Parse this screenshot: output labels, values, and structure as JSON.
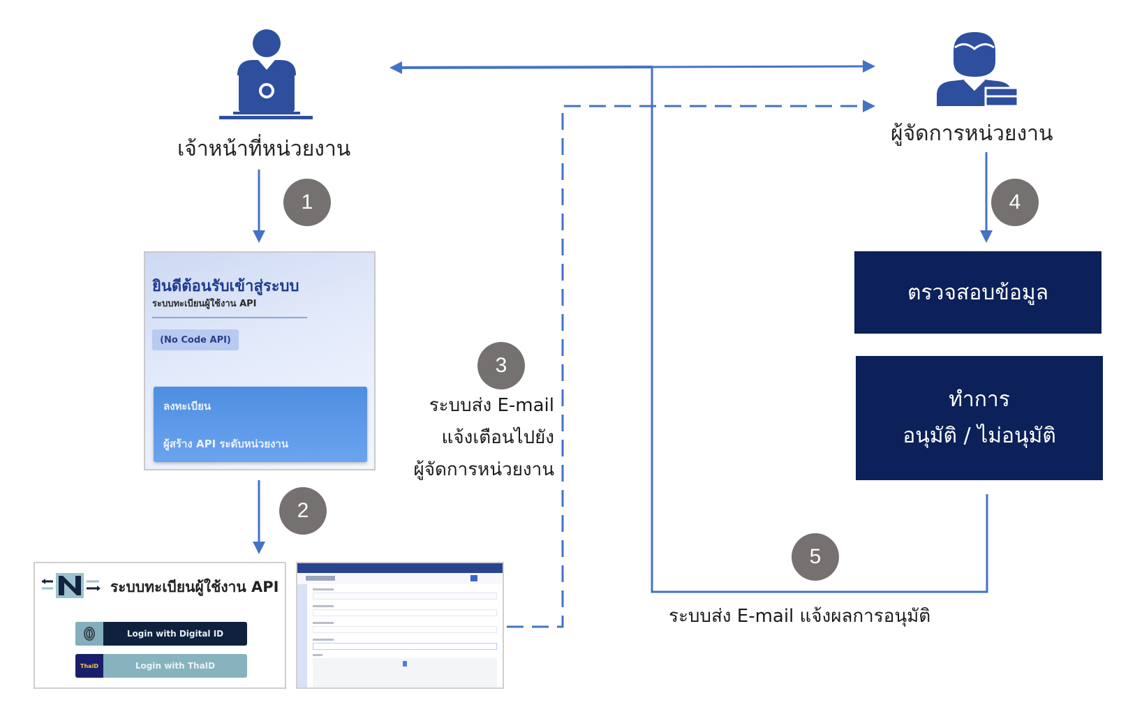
{
  "diagram": {
    "actors": {
      "officer": {
        "label": "เจ้าหน้าที่หน่วยงาน",
        "icon": "user-laptop-icon"
      },
      "manager": {
        "label": "ผู้จัดการหน่วยงาน",
        "icon": "user-manager-icon"
      }
    },
    "steps": [
      {
        "number": "1"
      },
      {
        "number": "2"
      },
      {
        "number": "3",
        "caption_lines": [
          "ระบบส่ง E-mail",
          "แจ้งเตือนไปยัง",
          "ผู้จัดการหน่วยงาน"
        ]
      },
      {
        "number": "4"
      },
      {
        "number": "5",
        "caption": "ระบบส่ง E-mail แจ้งผลการอนุมัติ"
      }
    ],
    "welcome_card": {
      "title": "ยินดีต้อนรับเข้าสู่ระบบ",
      "subtitle": "ระบบทะเบียนผู้ใช้งาน API",
      "chip": "(No Code API)",
      "register_line1": "ลงทะเบียน",
      "register_line2": "ผู้สร้าง API ระดับหน่วยงาน"
    },
    "login_card": {
      "title": "ระบบทะเบียนผู้ใช้งาน API",
      "buttons": [
        {
          "label": "Login with Digital ID",
          "icon": "fingerprint-icon"
        },
        {
          "label": "Login with ThaID",
          "icon": "thaid-logo-icon",
          "icon_text": "ThaiD"
        }
      ]
    },
    "manager_boxes": {
      "check": "ตรวจสอบข้อมูล",
      "approve_line1": "ทำการ",
      "approve_line2": "อนุมัติ / ไม่อนุมัติ"
    },
    "colors": {
      "arrow": "#4472c4",
      "badge": "#767171",
      "navy_box": "#0c2059",
      "icon_blue": "#2e4f9e"
    }
  }
}
